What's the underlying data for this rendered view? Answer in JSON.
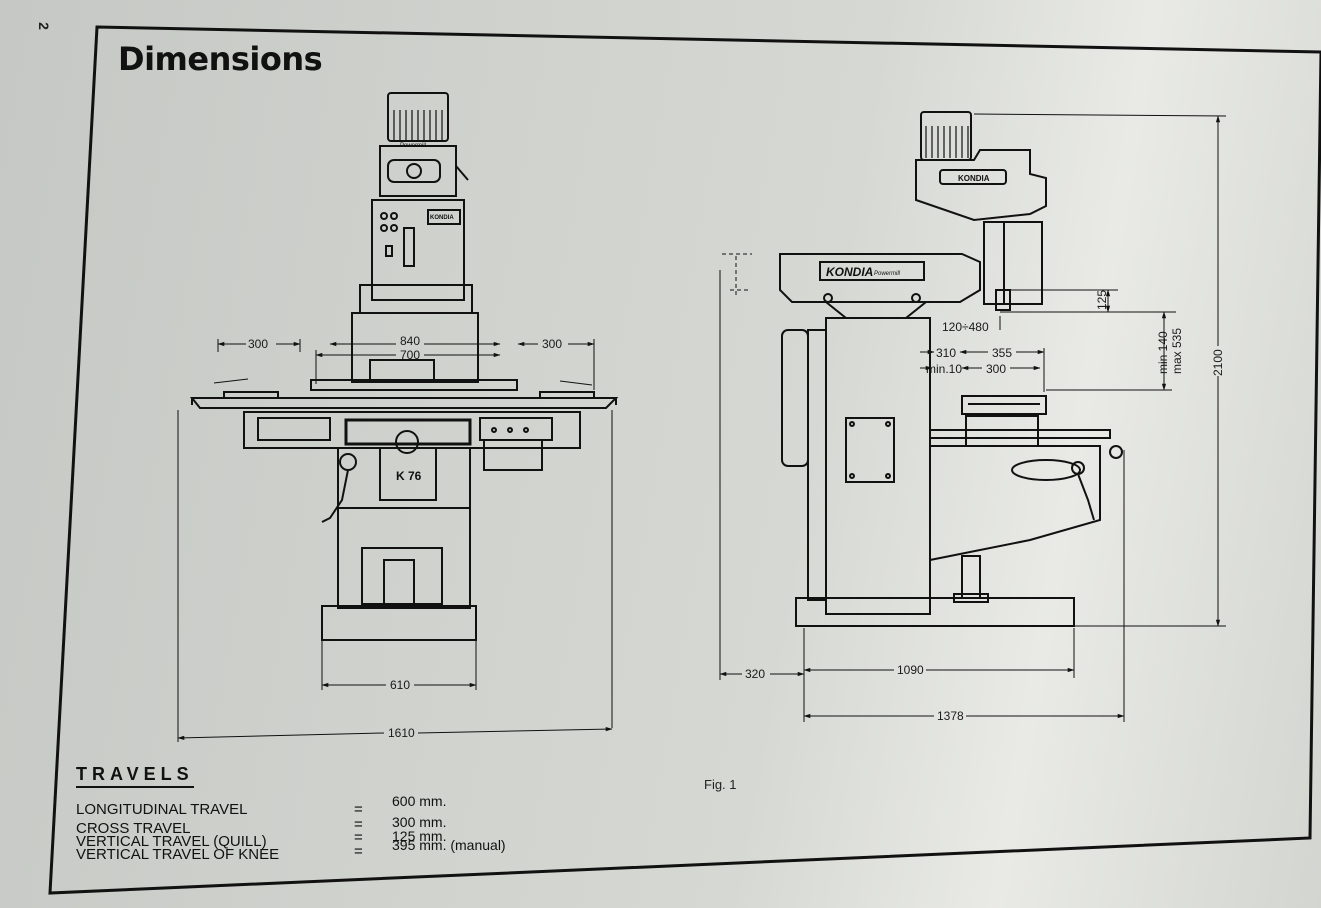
{
  "page_number": "2",
  "title": "Dimensions",
  "front_view": {
    "dims": {
      "left_overhang": "300",
      "table_length": "840",
      "table_inner": "700",
      "right_overhang": "300",
      "base_width": "610",
      "overall_width": "1610"
    },
    "label_head": "Powermill",
    "label_brand": "KONDIA",
    "label_model": "K 76"
  },
  "side_view": {
    "dims": {
      "quill_travel": "125",
      "range_120_480": "120÷480",
      "d310": "310",
      "d355": "355",
      "min10": "min.10",
      "d300": "300",
      "knee_min": "min 140",
      "knee_max": "max 535",
      "overall_height": "2100",
      "rear": "320",
      "base_depth": "1090",
      "overall_depth": "1378"
    },
    "label_brand": "KONDIA",
    "label_sub": "Powermill"
  },
  "travels": {
    "heading": "TRAVELS",
    "rows": [
      {
        "label": "LONGITUDINAL TRAVEL",
        "eq": "=",
        "value": "600 mm."
      },
      {
        "label": "CROSS TRAVEL",
        "eq": "=",
        "value": "300 mm."
      },
      {
        "label": "VERTICAL TRAVEL (QUILL)",
        "eq": "=",
        "value": "125 mm."
      },
      {
        "label": "VERTICAL TRAVEL OF KNEE",
        "eq": "=",
        "value": "395 mm. (manual)"
      }
    ]
  },
  "figure_label": "Fig. 1"
}
